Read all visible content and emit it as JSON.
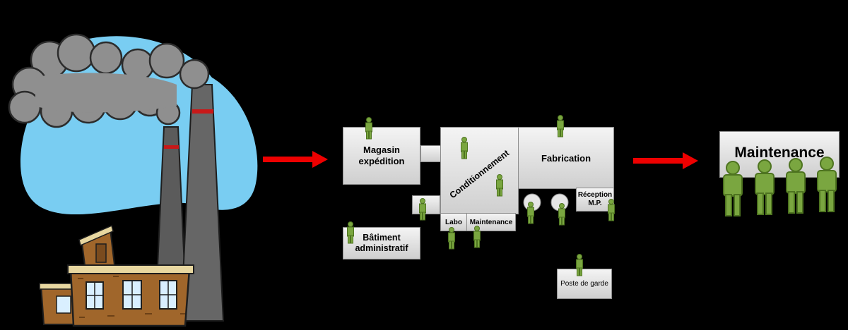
{
  "colors": {
    "background": "#000000",
    "arrow": "#ee0000",
    "person": "#7aa640",
    "person_outline": "#4e7420",
    "building_fill": "#e0e0e0",
    "sky": "#79cdf2",
    "smoke": "#8f8f8f",
    "brick": "#a0662b",
    "chimney": "#5b5b5b"
  },
  "plant": {
    "magasin": "Magasin\nexpédition",
    "conditionnement": "Conditionnement",
    "fabrication": "Fabrication",
    "reception": "Réception\nM.P.",
    "labo": "Labo",
    "maintenance": "Maintenance",
    "batiment": "Bâtiment\nadministratif",
    "poste": "Poste de garde"
  },
  "result": {
    "title": "Maintenance"
  },
  "icons": {
    "factory": "factory-illustration",
    "arrow": "arrow-right-icon",
    "person": "person-icon",
    "tank": "tank-icon"
  }
}
